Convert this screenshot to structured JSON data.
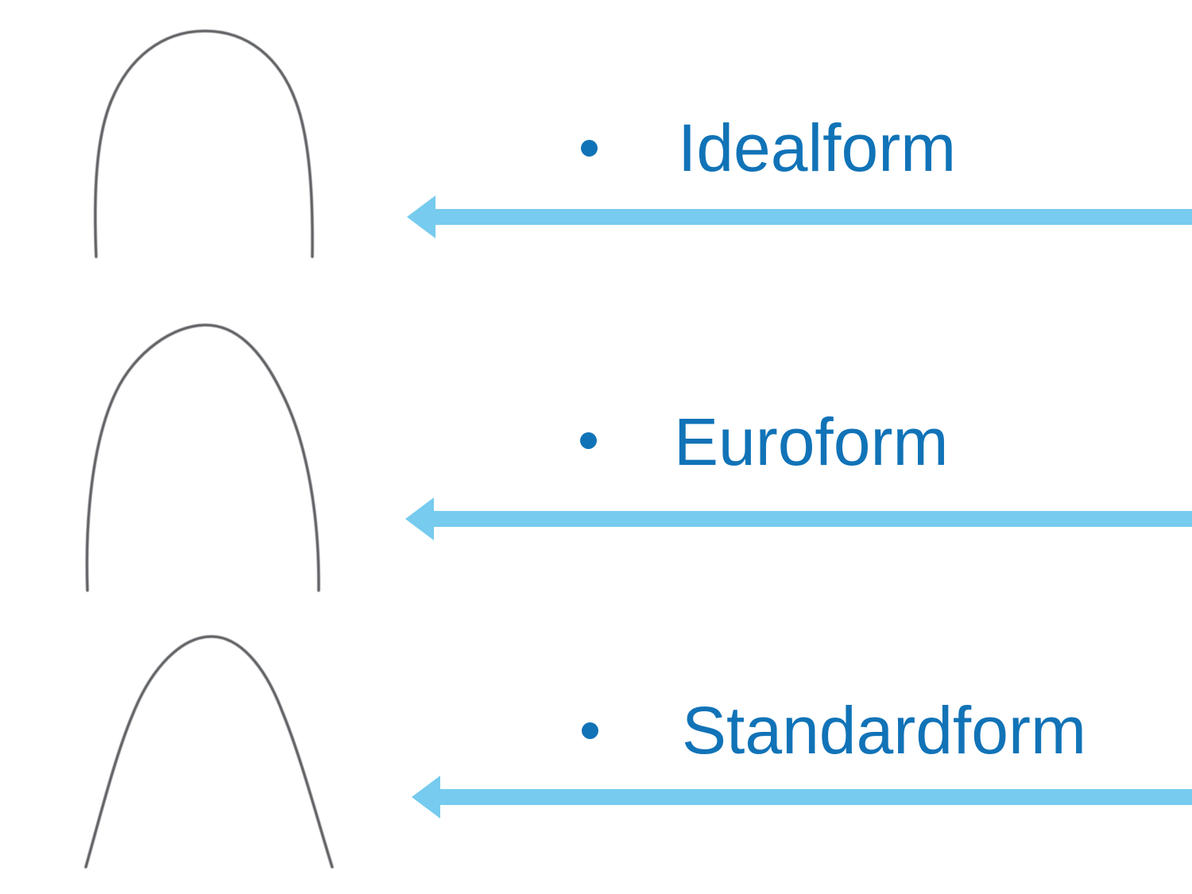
{
  "slide": {
    "background_color": "#FFFFFF",
    "label_color": "#1173B7",
    "arrow_color": "#76CBEE",
    "wire_color": "#5F6164",
    "items": [
      {
        "label": "Idealform",
        "bullet": "•",
        "image": "idealform-archwire",
        "arrow": "left-arrow"
      },
      {
        "label": "Euroform",
        "bullet": "•",
        "image": "euroform-archwire",
        "arrow": "left-arrow"
      },
      {
        "label": "Standardform",
        "bullet": "•",
        "image": "standardform-archwire",
        "arrow": "left-arrow"
      }
    ]
  }
}
